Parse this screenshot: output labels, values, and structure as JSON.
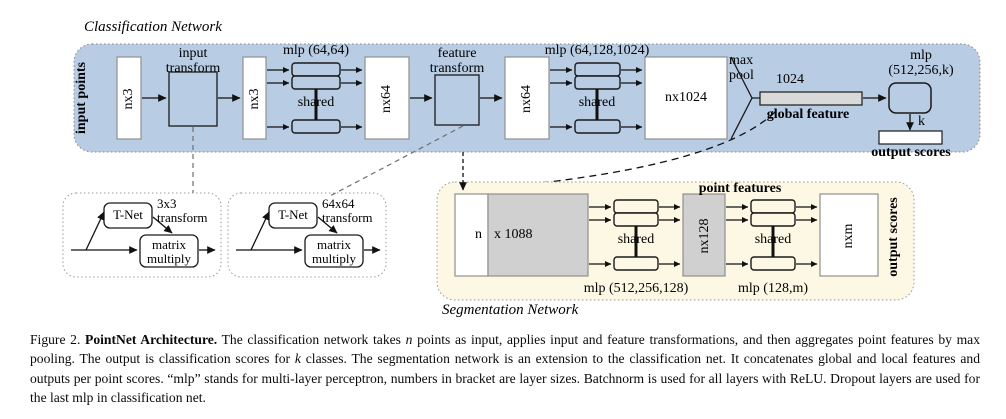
{
  "figure": {
    "classification_label": "Classification Network",
    "segmentation_label": "Segmentation Network",
    "colors": {
      "classification_panel": "#b8cce4",
      "segmentation_panel": "#fdf8e3",
      "global_feature_bar": "#d9d9d9",
      "concat_block": "#d0d0d0",
      "stroke": "#1a1a1a"
    }
  },
  "classification": {
    "input_points_label": "input points",
    "input_transform_label": "input\ntransform",
    "nx3_a": "nx3",
    "mlp_64_64": "mlp (64,64)",
    "shared_a": "shared",
    "nx64_a": "nx64",
    "feature_transform_label": "feature\ntransform",
    "nx64_b": "nx64",
    "mlp_64_128_1024": "mlp (64,128,1024)",
    "shared_b": "shared",
    "nx1024": "nx1024",
    "max_pool_label": "max\npool",
    "global_feature_dim": "1024",
    "global_feature_label": "global feature",
    "mlp_512_256_k": "mlp\n(512,256,k)",
    "k_label": "k",
    "output_scores_label": "output scores"
  },
  "tnet_input": {
    "tnet_label": "T-Net",
    "transform_label": "3x3\ntransform",
    "matrix_multiply_label": "matrix\nmultiply"
  },
  "tnet_feature": {
    "tnet_label": "T-Net",
    "transform_label": "64x64\ntransform",
    "matrix_multiply_label": "matrix\nmultiply"
  },
  "segmentation": {
    "concat_n": "n",
    "concat_dims": "x 1088",
    "mlp_512_256_128": "mlp (512,256,128)",
    "shared_a": "shared",
    "point_features_label": "point features",
    "nx128": "nx128",
    "mlp_128_m": "mlp (128,m)",
    "shared_b": "shared",
    "nxm": "nxm",
    "output_scores_label": "output scores"
  },
  "caption": {
    "prefix": "Figure 2. ",
    "title": "PointNet Architecture.",
    "body_1": " The classification network takes ",
    "italic_n": "n",
    "body_2": " points as input, applies input and feature transformations, and then aggregates point features by max pooling. The output is classification scores for ",
    "italic_k": "k",
    "body_3": " classes. The segmentation network is an extension to the classification net. It concatenates global and local features and outputs per point scores. “mlp” stands for multi-layer perceptron, numbers in bracket are layer sizes. Batchnorm is used for all layers with ReLU. Dropout layers are used for the last mlp in classification net."
  }
}
